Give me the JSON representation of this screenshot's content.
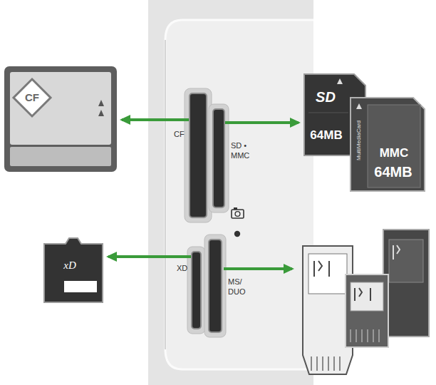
{
  "diagram": {
    "nodes": [
      {
        "text": [
          "CF"
        ]
      },
      {
        "text": [
          "SD • MMC"
        ]
      },
      {
        "text": [
          "XD"
        ]
      },
      {
        "text": [
          "MS/ DUO"
        ]
      },
      {
        "text": [
          "CF"
        ]
      },
      {
        "text": [
          "SD",
          "64MB"
        ]
      },
      {
        "text": [
          "MultiMediaCard",
          "MMC",
          "64MB"
        ]
      },
      {
        "text": [
          "xD"
        ]
      }
    ],
    "edges": [
      {
        "from": 0,
        "to": 4,
        "arrow": "to"
      },
      {
        "from": 1,
        "to": 5,
        "arrow": "to"
      },
      {
        "from": 2,
        "to": 7,
        "arrow": "to"
      }
    ]
  }
}
